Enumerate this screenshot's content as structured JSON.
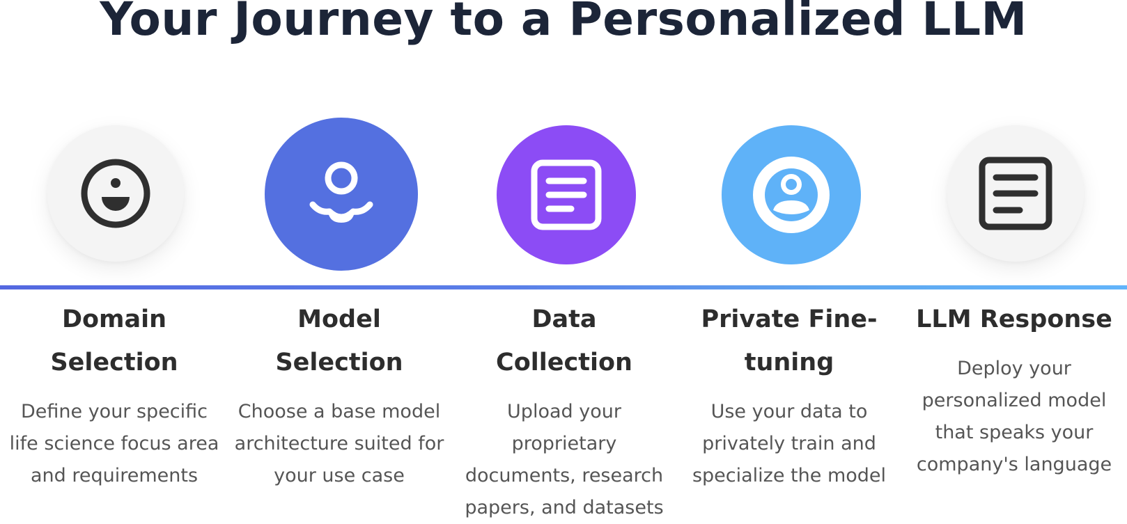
{
  "title": "Your Journey to a Personalized LLM",
  "steps": [
    {
      "title_line1": "Domain",
      "title_line2": "Selection",
      "description_lines": [
        "Define your specific",
        "life science focus area",
        "and requirements"
      ],
      "icon": "smile-face-icon",
      "circle_color": "#f4f4f4"
    },
    {
      "title_line1": "Model",
      "title_line2": "Selection",
      "description_lines": [
        "Choose a base model",
        "architecture suited for",
        "your use case"
      ],
      "icon": "person-model-icon",
      "circle_color": "#5470e0"
    },
    {
      "title_line1": "Data",
      "title_line2": "Collection",
      "description_lines": [
        "Upload your",
        "proprietary",
        "documents, research",
        "papers, and datasets"
      ],
      "icon": "document-icon",
      "circle_color": "#8c4cf5"
    },
    {
      "title_line1": "Private Fine-",
      "title_line2": "tuning",
      "description_lines": [
        "Use your data to",
        "privately train and",
        "specialize the model"
      ],
      "icon": "user-circle-icon",
      "circle_color": "#5fb2f8"
    },
    {
      "title_line1": "LLM Response",
      "title_line2": "",
      "description_lines": [
        "Deploy your",
        "personalized model",
        "that speaks your",
        "company's language"
      ],
      "icon": "text-document-icon",
      "circle_color": "#f4f4f4"
    }
  ]
}
